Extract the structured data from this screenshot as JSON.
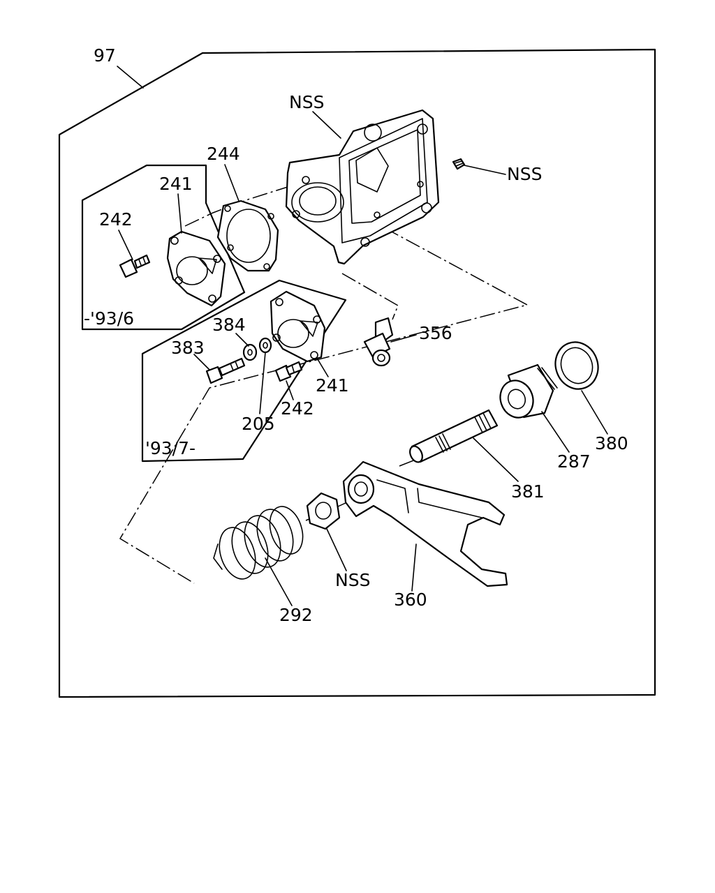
{
  "labels": {
    "assembly": "97",
    "housing": "NSS",
    "plug": "NSS",
    "gasket": "244",
    "cover_old": "241",
    "bolt_old": "242",
    "range_old": "-'93/6",
    "washer_384": "384",
    "bolt_383": "383",
    "cover_new": "241",
    "bolt_new": "242",
    "washer_205": "205",
    "range_new": "'93/7-",
    "fitting": "356",
    "oil_seal": "380",
    "bushing": "287",
    "shaft": "381",
    "nut": "NSS",
    "fork": "360",
    "spring": "292"
  }
}
